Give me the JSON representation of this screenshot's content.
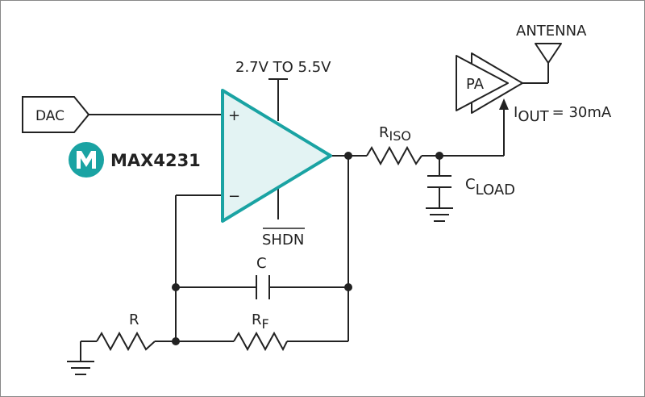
{
  "colors": {
    "wire": "#222222",
    "opamp_outline": "#1aa3a3",
    "opamp_fill": "#e3f3f3",
    "logo": "#1aa3a3"
  },
  "logo": {
    "icon": "maxim-logo-icon",
    "brand_mark": "M",
    "part_number": "MAX4231"
  },
  "labels": {
    "dac": "DAC",
    "supply": "2.7V TO 5.5V",
    "plus": "+",
    "minus": "−",
    "shdn": "SHDN",
    "capacitor_c": "C",
    "r": "R",
    "rf_main": "R",
    "rf_sub": "F",
    "riso_main": "R",
    "riso_sub": "ISO",
    "cload_main": "C",
    "cload_sub": "LOAD",
    "pa": "PA",
    "antenna": "ANTENNA",
    "iout_main": "I",
    "iout_sub": "OUT",
    "iout_value": "= 30mA"
  }
}
